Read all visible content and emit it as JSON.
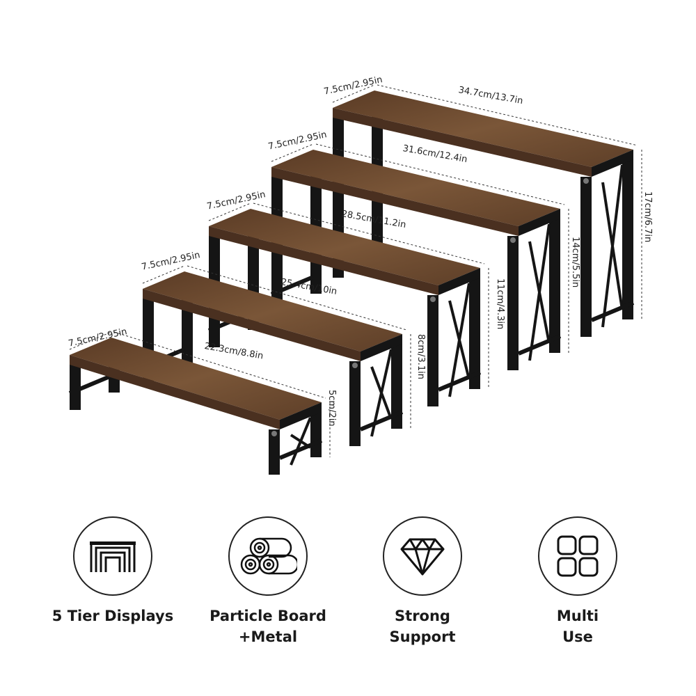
{
  "dimensions": {
    "depth": [
      "7.5cm/2.95in",
      "7.5cm/2.95in",
      "7.5cm/2.95in",
      "7.5cm/2.95in",
      "7.5cm/2.95in"
    ],
    "width": [
      "22.3cm/8.8in",
      "25.4cm/10in",
      "28.5cm/11.2in",
      "31.6cm/12.4in",
      "34.7cm/13.7in"
    ],
    "height": [
      "5cm/2in",
      "8cm/3.1in",
      "11cm/4.3in",
      "14cm/5.5in",
      "17cm/6.7in"
    ]
  },
  "colors": {
    "wood": "#6b4a30",
    "wood_dark": "#4a3020",
    "metal": "#151515"
  },
  "features": [
    {
      "icon": "tiers-icon",
      "line1": "5 Tier Displays",
      "line2": ""
    },
    {
      "icon": "logs-icon",
      "line1": "Particle Board",
      "line2": "+Metal"
    },
    {
      "icon": "diamond-icon",
      "line1": "Strong",
      "line2": "Support"
    },
    {
      "icon": "grid-icon",
      "line1": "Multi",
      "line2": "Use"
    }
  ]
}
